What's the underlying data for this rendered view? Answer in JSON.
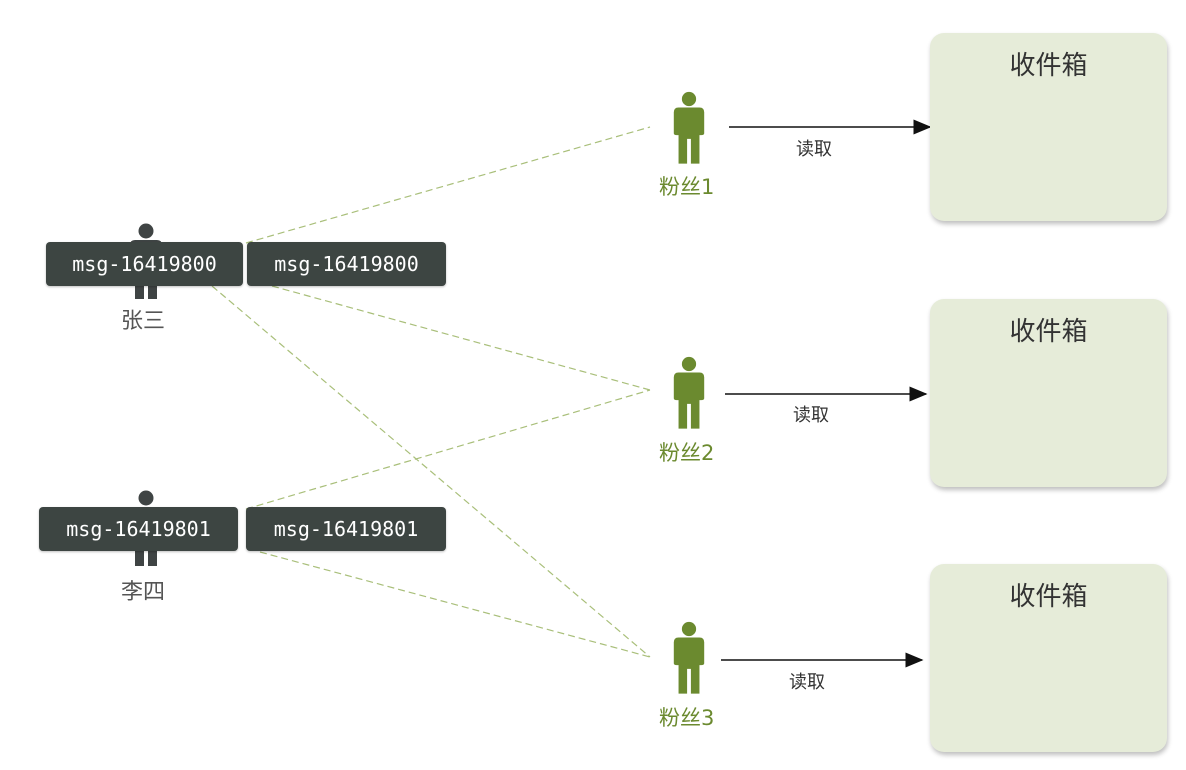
{
  "senders": [
    {
      "name": "张三",
      "messages": [
        "msg-16419800",
        "msg-16419800"
      ]
    },
    {
      "name": "李四",
      "messages": [
        "msg-16419801",
        "msg-16419801"
      ]
    }
  ],
  "fans": [
    {
      "name": "粉丝1",
      "read_label": "读取",
      "inbox_title": "收件箱"
    },
    {
      "name": "粉丝2",
      "read_label": "读取",
      "inbox_title": "收件箱"
    },
    {
      "name": "粉丝3",
      "read_label": "读取",
      "inbox_title": "收件箱"
    }
  ],
  "colors": {
    "sender_figure": "#3f4444",
    "fan_figure": "#6b8a2f",
    "message_bg": "#3d4542",
    "inbox_bg": "#e6ecd9",
    "dashed_line": "#a9bf7a"
  }
}
